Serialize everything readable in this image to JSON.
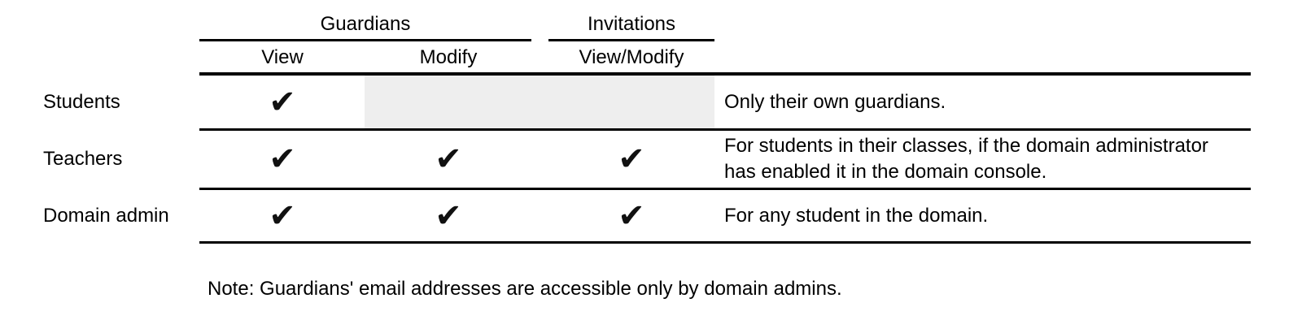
{
  "table": {
    "check_glyph": "✔",
    "groups": [
      {
        "label": "Guardians",
        "columns": [
          "View",
          "Modify"
        ]
      },
      {
        "label": "Invitations",
        "columns": [
          "View/Modify"
        ]
      }
    ],
    "rows": [
      {
        "label": "Students",
        "cells": {
          "view": "✔",
          "modify": "",
          "view_modify": ""
        },
        "modify_and_invitations_disabled": true,
        "note": "Only their own guardians."
      },
      {
        "label": "Teachers",
        "cells": {
          "view": "✔",
          "modify": "✔",
          "view_modify": "✔"
        },
        "modify_and_invitations_disabled": false,
        "note": "For students in their classes, if the domain administrator has enabled it in the domain console."
      },
      {
        "label": "Domain admin",
        "cells": {
          "view": "✔",
          "modify": "✔",
          "view_modify": "✔"
        },
        "modify_and_invitations_disabled": false,
        "note": "For any student in the domain."
      }
    ]
  },
  "footnote": "Note: Guardians' email addresses are accessible only by domain admins.",
  "colors": {
    "background": "#ffffff",
    "text": "#000000",
    "rule": "#000000",
    "disabled_cell_bg": "#eeeeee",
    "check": "#111111"
  }
}
